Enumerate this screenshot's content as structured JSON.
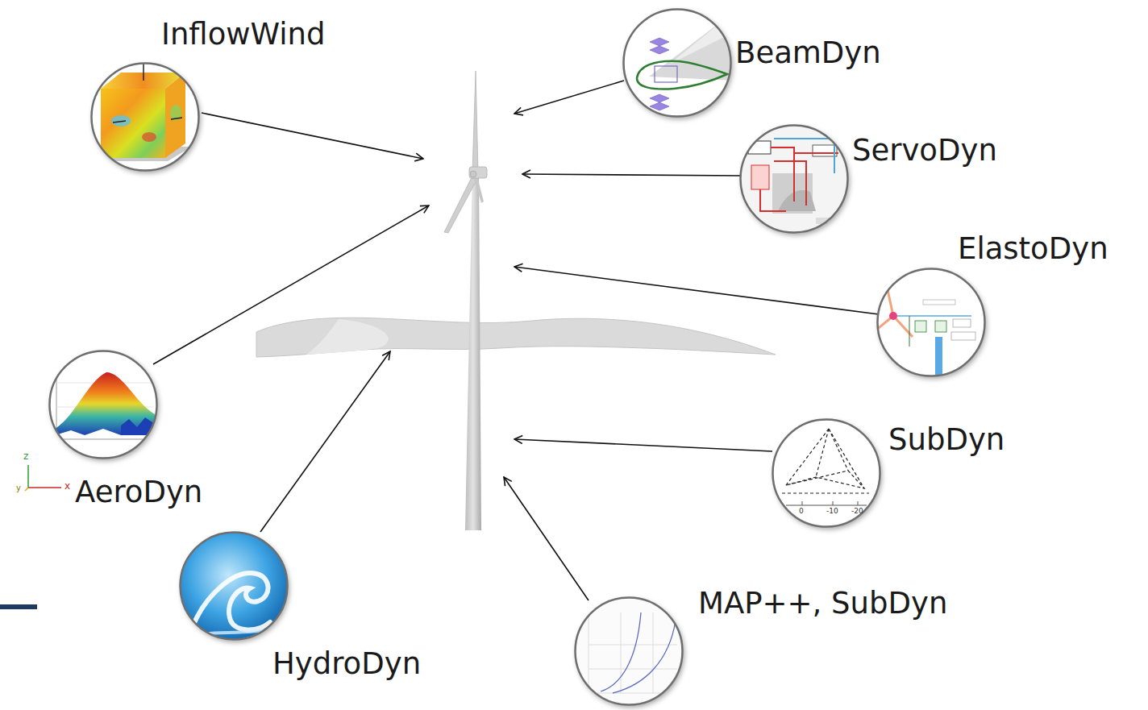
{
  "diagram": {
    "nodes": [
      {
        "text": [
          "InflowWind"
        ]
      },
      {
        "text": [
          "BeamDyn"
        ]
      },
      {
        "text": [
          "ServoDyn"
        ]
      },
      {
        "text": [
          "ElastoDyn"
        ]
      },
      {
        "text": [
          "AeroDyn"
        ]
      },
      {
        "text": [
          "SubDyn"
        ]
      },
      {
        "text": [
          "HydroDyn"
        ]
      },
      {
        "text": [
          "MAP++, SubDyn"
        ]
      }
    ],
    "labels": [
      "z",
      "y",
      "x",
      "0",
      "-10",
      "-20"
    ]
  }
}
